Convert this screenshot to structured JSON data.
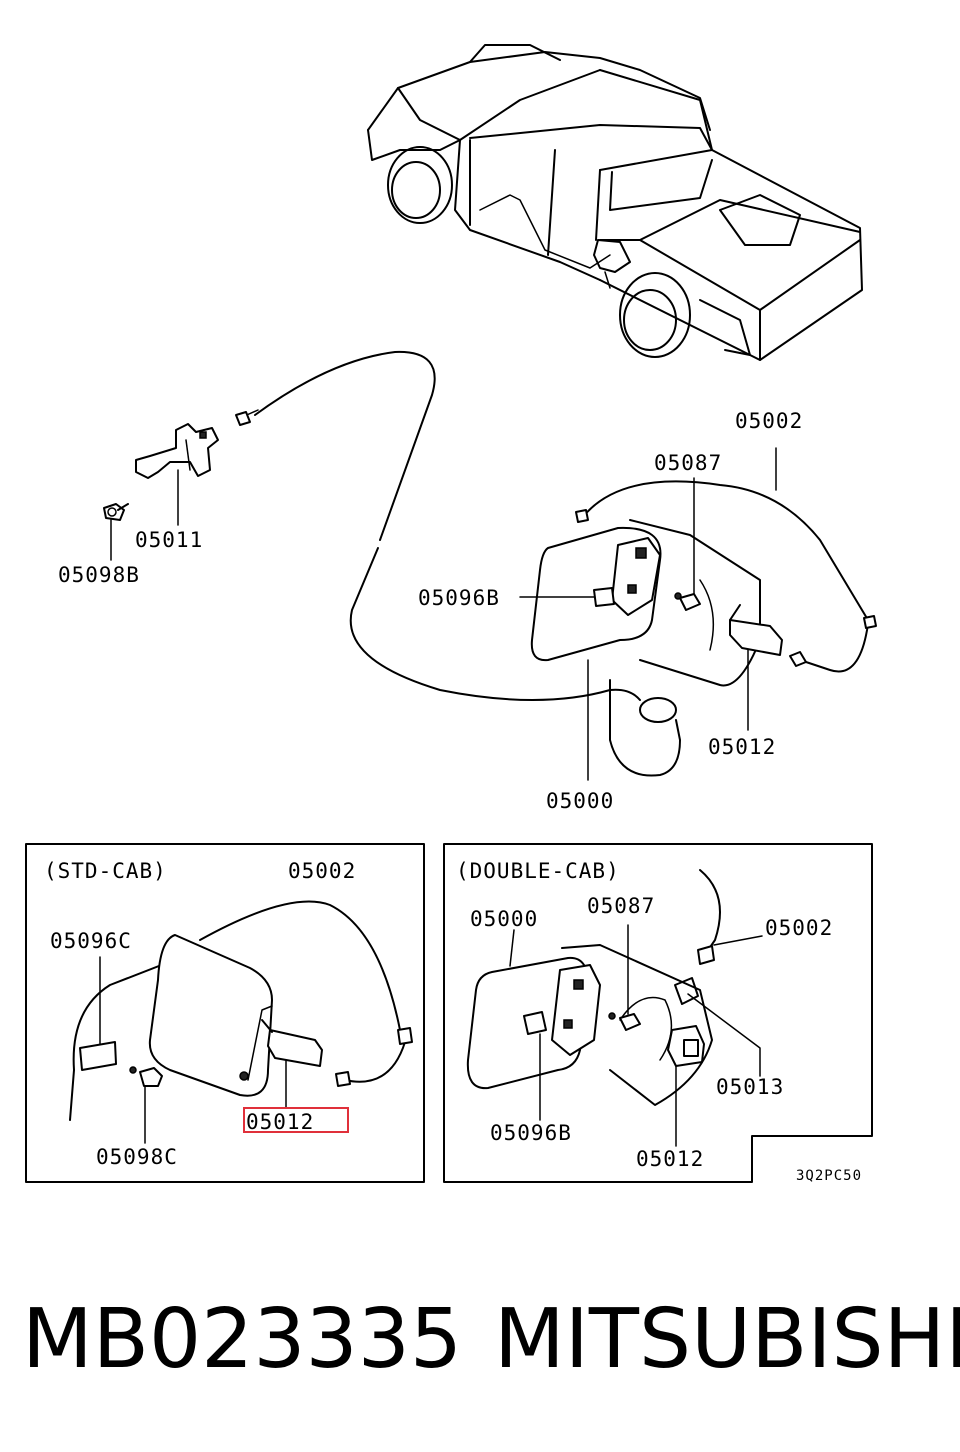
{
  "diagram": {
    "labels": {
      "main_05002": "05002",
      "main_05087": "05087",
      "main_05096B": "05096B",
      "main_05012": "05012",
      "main_05000": "05000",
      "main_05011": "05011",
      "main_05098B": "05098B"
    },
    "std_cab": {
      "title": "(STD-CAB)",
      "labels": {
        "l_05002": "05002",
        "l_05096C": "05096C",
        "l_05012": "05012",
        "l_05098C": "05098C"
      },
      "highlighted_part": "05012",
      "highlight_color": "#e0303a"
    },
    "double_cab": {
      "title": "(DOUBLE-CAB)",
      "labels": {
        "l_05000": "05000",
        "l_05087": "05087",
        "l_05002": "05002",
        "l_05013": "05013",
        "l_05096B": "05096B",
        "l_05012": "05012"
      }
    },
    "drawing_code": "3Q2PC50"
  },
  "footer": {
    "part_number": "MB023335",
    "brand": "MITSUBISHI"
  }
}
